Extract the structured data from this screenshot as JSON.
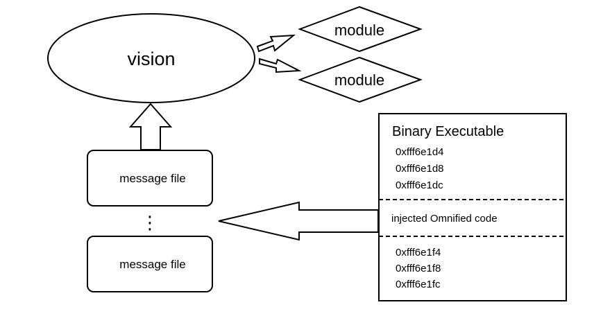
{
  "vision": {
    "label": "vision"
  },
  "modules": [
    {
      "label": "module"
    },
    {
      "label": "module"
    }
  ],
  "message_files": [
    {
      "label": "message file"
    },
    {
      "label": "message file"
    }
  ],
  "ellipsis": "⋮",
  "binary": {
    "title": "Binary Executable",
    "top_addresses": [
      "0xfff6e1d4",
      "0xfff6e1d8",
      "0xfff6e1dc"
    ],
    "injected_label": "injected Omnified code",
    "bottom_addresses": [
      "0xfff6e1f4",
      "0xfff6e1f8",
      "0xfff6e1fc"
    ]
  },
  "colors": {
    "stroke": "#000000",
    "fill": "#ffffff"
  }
}
